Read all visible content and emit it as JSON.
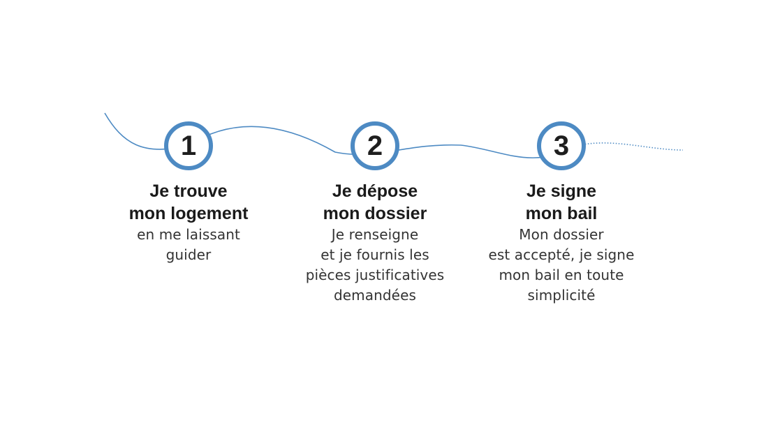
{
  "colors": {
    "accent": "#4d8ac3",
    "text": "#1a1a1a"
  },
  "steps": [
    {
      "number": "1",
      "title": [
        "Je trouve",
        "mon logement"
      ],
      "description": [
        "en me laissant",
        "guider"
      ]
    },
    {
      "number": "2",
      "title": [
        "Je dépose",
        "mon dossier"
      ],
      "description": [
        "Je renseigne",
        "et je fournis les",
        "pièces justificatives",
        "demandées"
      ]
    },
    {
      "number": "3",
      "title": [
        "Je signe",
        "mon bail"
      ],
      "description": [
        "Mon dossier",
        "est accepté, je signe",
        "mon bail en toute",
        "simplicité"
      ]
    }
  ]
}
